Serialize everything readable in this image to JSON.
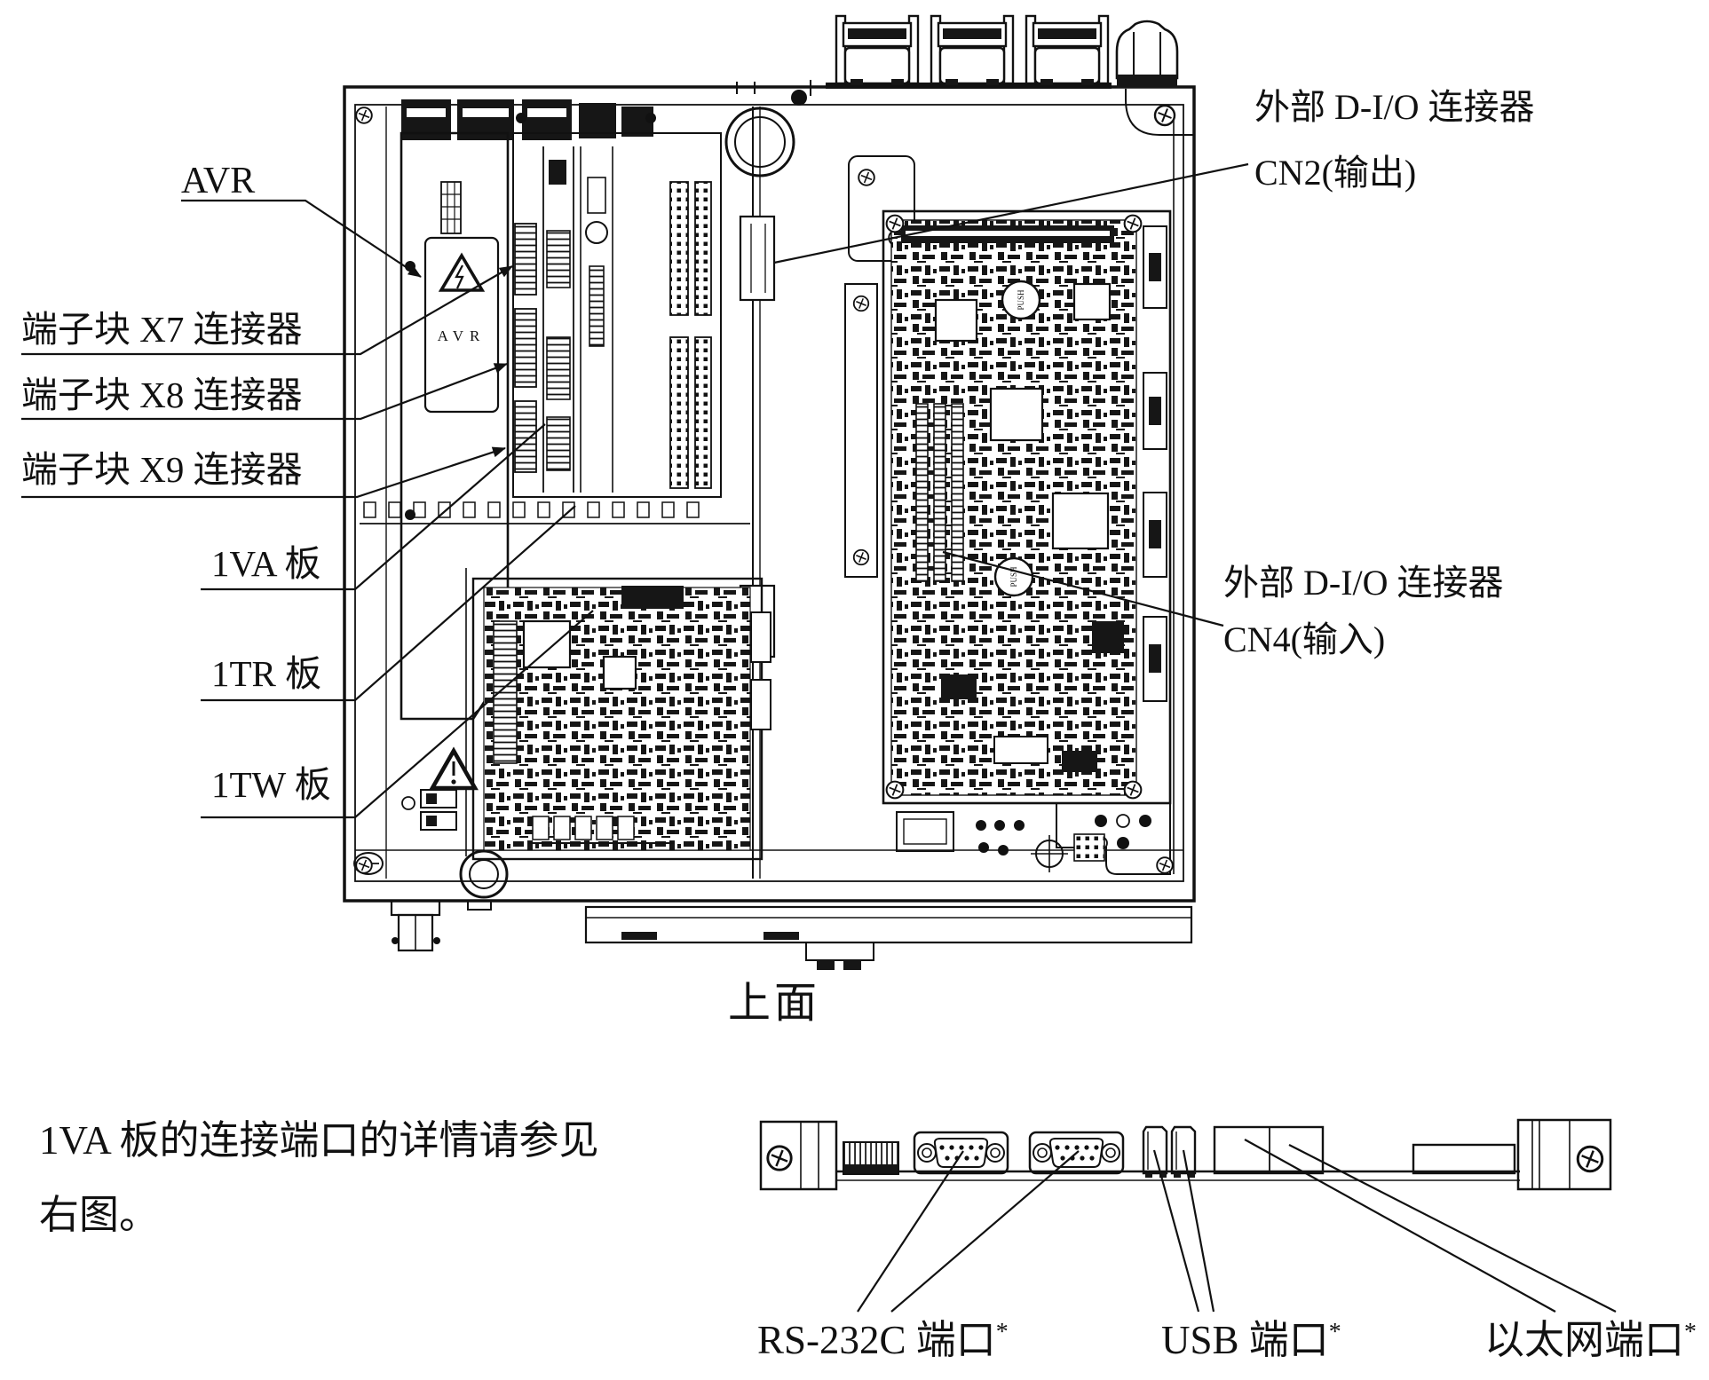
{
  "page": {
    "background_color": "#ffffff",
    "line_color": "#111111"
  },
  "figure": {
    "callouts": {
      "avr": "AVR",
      "x7": "端子块 X7 连接器",
      "x8": "端子块 X8 连接器",
      "x9": "端子块 X9 连接器",
      "board_1va": "1VA 板",
      "board_1tr": "1TR 板",
      "board_1tw": "1TW 板",
      "cn2_line1": "外部 D-I/O 连接器",
      "cn2_line2": "CN2(输出)",
      "cn4_line1": "外部 D-I/O 连接器",
      "cn4_line2": "CN4(输入)"
    },
    "drawing_texts": {
      "avr_module": "AVR",
      "push_top": "PUSH",
      "push_bottom": "PUSH"
    },
    "caption": "上面",
    "note": {
      "line1": "1VA 板的连接端口的详情请参见",
      "line2": "右图。"
    },
    "ports": {
      "rs232": {
        "text": "RS-232C 端口",
        "sup": "*"
      },
      "usb": {
        "text": "USB 端口",
        "sup": "*"
      },
      "ethernet": {
        "text": "以太网端口",
        "sup": "*"
      }
    }
  }
}
